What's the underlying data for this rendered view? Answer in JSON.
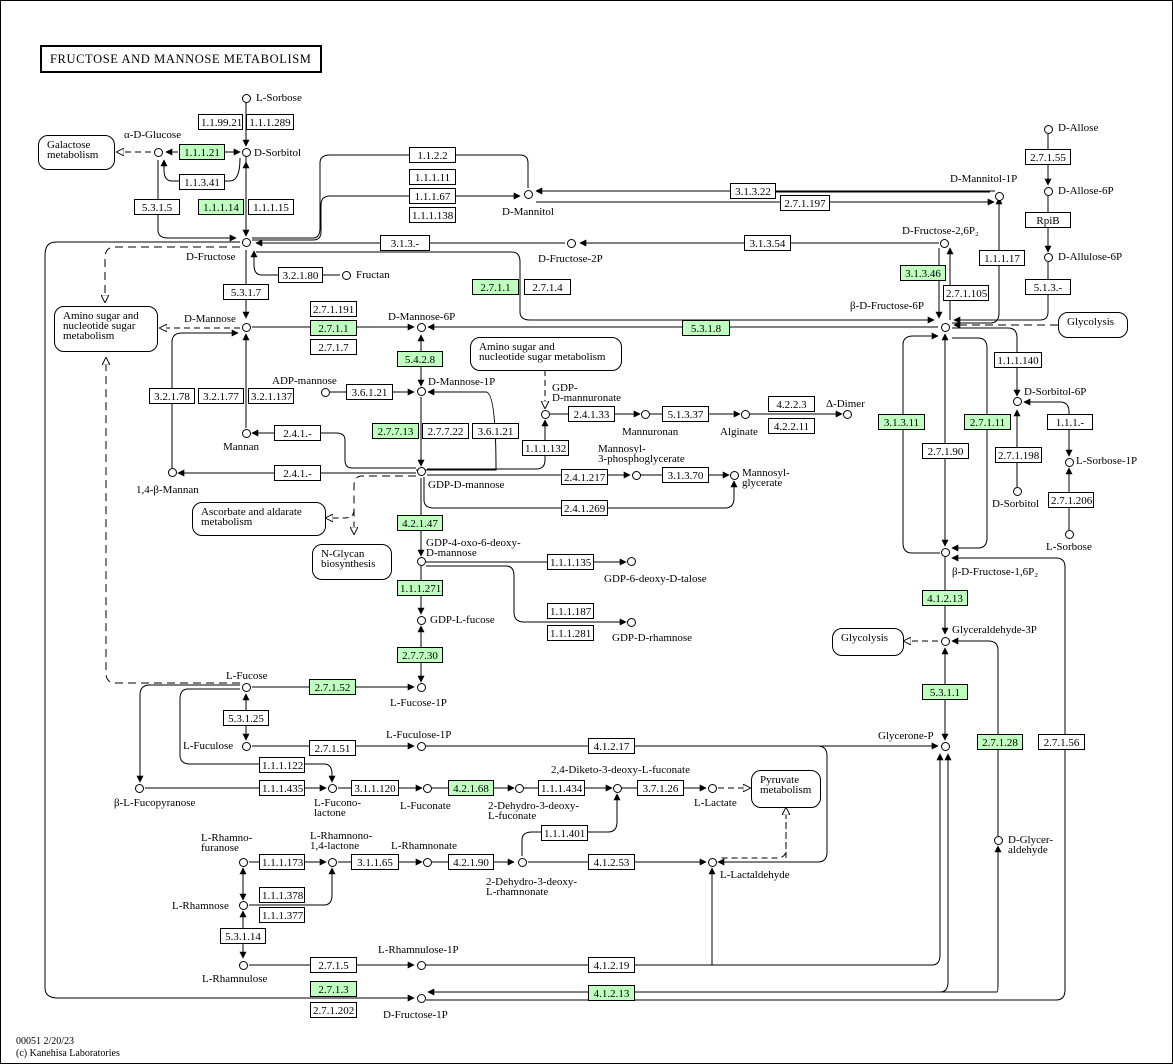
{
  "title": "FRUCTOSE AND MANNOSE METABOLISM",
  "colors": {
    "highlight": "#bfffbf",
    "line": "#000000"
  },
  "footer": {
    "id_date": "00051 2/20/23",
    "copyright": "(c) Kanehisa Laboratories"
  },
  "maps": [
    {
      "id": "m_gal",
      "label": "Galactose\nmetabolism"
    },
    {
      "id": "m_amino1",
      "label": "Amino sugar and\nnucleotide sugar\nmetabolism"
    },
    {
      "id": "m_amino2",
      "label": "Amino sugar and\nnucleotide sugar metabolism"
    },
    {
      "id": "m_glyco1",
      "label": "Glycolysis"
    },
    {
      "id": "m_asc",
      "label": "Ascorbate and aldarate\nmetabolism"
    },
    {
      "id": "m_nglycan",
      "label": "N-Glycan\nbiosynthesis"
    },
    {
      "id": "m_glyco2",
      "label": "Glycolysis"
    },
    {
      "id": "m_pyr",
      "label": "Pyruvate\nmetabolism"
    }
  ],
  "compounds": [
    {
      "id": "c_lsorbose",
      "label": "L-Sorbose"
    },
    {
      "id": "c_aglc",
      "label": "α-D-Glucose"
    },
    {
      "id": "c_sorbitol",
      "label": "D-Sorbitol"
    },
    {
      "id": "c_mannitol",
      "label": "D-Mannitol"
    },
    {
      "id": "c_fru",
      "label": "D-Fructose"
    },
    {
      "id": "c_fructan",
      "label": "Fructan"
    },
    {
      "id": "c_fru2p",
      "label": "D-Fructose-2P"
    },
    {
      "id": "c_mannitol1p",
      "label": "D-Mannitol-1P"
    },
    {
      "id": "c_allose",
      "label": "D-Allose"
    },
    {
      "id": "c_allose6p",
      "label": "D-Allose-6P"
    },
    {
      "id": "c_allulose6p",
      "label": "D-Allulose-6P"
    },
    {
      "id": "c_fru26p",
      "label": "D-Fructose-2,6P₂"
    },
    {
      "id": "c_fru6p",
      "label": "β-D-Fructose-6P"
    },
    {
      "id": "c_man",
      "label": "D-Mannose"
    },
    {
      "id": "c_man6p",
      "label": "D-Mannose-6P"
    },
    {
      "id": "c_adpman",
      "label": "ADP-mannose"
    },
    {
      "id": "c_man1p",
      "label": "D-Mannose-1P"
    },
    {
      "id": "c_mannan",
      "label": "Mannan"
    },
    {
      "id": "c_b14mannan",
      "label": "1,4-β-Mannan"
    },
    {
      "id": "c_gdpman",
      "label": "GDP-D-mannose"
    },
    {
      "id": "c_gdpmannuronate",
      "label": "GDP-\nD-mannuronate"
    },
    {
      "id": "c_mannuronan",
      "label": "Mannuronan"
    },
    {
      "id": "c_alginate",
      "label": "Alginate"
    },
    {
      "id": "c_dimer",
      "label": "Δ-Dimer"
    },
    {
      "id": "c_m3pg",
      "label": "Mannosyl-\n3-phosphoglycerate"
    },
    {
      "id": "c_mglycerate",
      "label": "Mannosyl-\nglycerate"
    },
    {
      "id": "c_sorbitol6p",
      "label": "D-Sorbitol-6P"
    },
    {
      "id": "c_lsorbose1p",
      "label": "L-Sorbose-1P"
    },
    {
      "id": "c_sorbitol2",
      "label": "D-Sorbitol"
    },
    {
      "id": "c_lsorbose2",
      "label": "L-Sorbose"
    },
    {
      "id": "c_fru16p",
      "label": "β-D-Fructose-1,6P₂"
    },
    {
      "id": "c_gdp4oxo",
      "label": "GDP-4-oxo-6-deoxy-\nD-mannose"
    },
    {
      "id": "c_gdptalose",
      "label": "GDP-6-deoxy-D-talose"
    },
    {
      "id": "c_gdprham",
      "label": "GDP-D-rhamnose"
    },
    {
      "id": "c_gdpfuc",
      "label": "GDP-L-fucose"
    },
    {
      "id": "c_g3p",
      "label": "Glyceraldehyde-3P"
    },
    {
      "id": "c_lfucose",
      "label": "L-Fucose"
    },
    {
      "id": "c_lfucose1p",
      "label": "L-Fucose-1P"
    },
    {
      "id": "c_lfuculose",
      "label": "L-Fuculose"
    },
    {
      "id": "c_lfuculose1p",
      "label": "L-Fuculose-1P"
    },
    {
      "id": "c_glyceronep",
      "label": "Glycerone-P"
    },
    {
      "id": "c_bfucopyr",
      "label": "β-L-Fucopyranose"
    },
    {
      "id": "c_fuconolactone",
      "label": "L-Fucono-\nlactone"
    },
    {
      "id": "c_fuconate",
      "label": "L-Fuconate"
    },
    {
      "id": "c_2d3dfuconate",
      "label": "2-Dehydro-3-deoxy-\nL-fuconate"
    },
    {
      "id": "c_24diketo",
      "label": "2,4-Diketo-3-deoxy-L-fuconate"
    },
    {
      "id": "c_llactate",
      "label": "L-Lactate"
    },
    {
      "id": "c_dglyceraldehyde",
      "label": "D-Glycer-\naldehyde"
    },
    {
      "id": "c_rhamnofuranose",
      "label": "L-Rhamno-\nfuranose"
    },
    {
      "id": "c_rhamnonolactone",
      "label": "L-Rhamnono-\n1,4-lactone"
    },
    {
      "id": "c_rhamnonate",
      "label": "L-Rhamnonate"
    },
    {
      "id": "c_2d3drhamnonate",
      "label": "2-Dehydro-3-deoxy-\nL-rhamnonate"
    },
    {
      "id": "c_lactaldehyde",
      "label": "L-Lactaldehyde"
    },
    {
      "id": "c_rhamnose",
      "label": "L-Rhamnose"
    },
    {
      "id": "c_rhamnulose",
      "label": "L-Rhamnulose"
    },
    {
      "id": "c_rhamnulose1p",
      "label": "L-Rhamnulose-1P"
    },
    {
      "id": "c_fru1p",
      "label": "D-Fructose-1P"
    }
  ],
  "enzymes": [
    {
      "id": "e1",
      "label": "1.1.99.21",
      "hit": false
    },
    {
      "id": "e2",
      "label": "1.1.1.289",
      "hit": false
    },
    {
      "id": "e3",
      "label": "1.1.1.21",
      "hit": true
    },
    {
      "id": "e4",
      "label": "1.1.3.41",
      "hit": false
    },
    {
      "id": "e5",
      "label": "5.3.1.5",
      "hit": false
    },
    {
      "id": "e6",
      "label": "1.1.1.14",
      "hit": true
    },
    {
      "id": "e7",
      "label": "1.1.1.15",
      "hit": false
    },
    {
      "id": "e8",
      "label": "1.1.2.2",
      "hit": false
    },
    {
      "id": "e9",
      "label": "1.1.1.11",
      "hit": false
    },
    {
      "id": "e10",
      "label": "1.1.1.67",
      "hit": false
    },
    {
      "id": "e11",
      "label": "1.1.1.138",
      "hit": false
    },
    {
      "id": "e12",
      "label": "3.1.3.22",
      "hit": false
    },
    {
      "id": "e13",
      "label": "2.7.1.197",
      "hit": false
    },
    {
      "id": "e14",
      "label": "3.1.3.-",
      "hit": false
    },
    {
      "id": "e15",
      "label": "3.1.3.54",
      "hit": false
    },
    {
      "id": "e16",
      "label": "3.2.1.80",
      "hit": false
    },
    {
      "id": "e17",
      "label": "2.7.1.1",
      "hit": true
    },
    {
      "id": "e18",
      "label": "2.7.1.4",
      "hit": false
    },
    {
      "id": "e19",
      "label": "5.3.1.7",
      "hit": false
    },
    {
      "id": "e20",
      "label": "2.7.1.191",
      "hit": false
    },
    {
      "id": "e21",
      "label": "2.7.1.1",
      "hit": true
    },
    {
      "id": "e22",
      "label": "2.7.1.7",
      "hit": false
    },
    {
      "id": "e23",
      "label": "5.3.1.8",
      "hit": true
    },
    {
      "id": "e24",
      "label": "2.7.1.55",
      "hit": false
    },
    {
      "id": "e25",
      "label": "RpiB",
      "hit": false
    },
    {
      "id": "e26",
      "label": "5.1.3.-",
      "hit": false
    },
    {
      "id": "e27",
      "label": "1.1.1.17",
      "hit": false
    },
    {
      "id": "e28",
      "label": "3.1.3.46",
      "hit": true
    },
    {
      "id": "e29",
      "label": "2.7.1.105",
      "hit": false
    },
    {
      "id": "e30",
      "label": "5.4.2.8",
      "hit": true
    },
    {
      "id": "e31",
      "label": "3.6.1.21",
      "hit": false
    },
    {
      "id": "e32",
      "label": "3.2.1.78",
      "hit": false
    },
    {
      "id": "e33",
      "label": "3.2.1.77",
      "hit": false
    },
    {
      "id": "e34",
      "label": "3.2.1.137",
      "hit": false
    },
    {
      "id": "e35",
      "label": "2.4.1.-",
      "hit": false
    },
    {
      "id": "e36",
      "label": "2.4.1.-",
      "hit": false
    },
    {
      "id": "e37",
      "label": "2.7.7.13",
      "hit": true
    },
    {
      "id": "e38",
      "label": "2.7.7.22",
      "hit": false
    },
    {
      "id": "e39",
      "label": "3.6.1.21",
      "hit": false
    },
    {
      "id": "e40",
      "label": "1.1.1.132",
      "hit": false
    },
    {
      "id": "e41",
      "label": "2.4.1.33",
      "hit": false
    },
    {
      "id": "e42",
      "label": "5.1.3.37",
      "hit": false
    },
    {
      "id": "e43",
      "label": "4.2.2.3",
      "hit": false
    },
    {
      "id": "e44",
      "label": "4.2.2.11",
      "hit": false
    },
    {
      "id": "e45",
      "label": "2.4.1.217",
      "hit": false
    },
    {
      "id": "e46",
      "label": "3.1.3.70",
      "hit": false
    },
    {
      "id": "e47",
      "label": "2.4.1.269",
      "hit": false
    },
    {
      "id": "e48",
      "label": "1.1.1.140",
      "hit": false
    },
    {
      "id": "e49",
      "label": "3.1.3.11",
      "hit": true
    },
    {
      "id": "e50",
      "label": "2.7.1.11",
      "hit": true
    },
    {
      "id": "e51",
      "label": "2.7.1.90",
      "hit": false
    },
    {
      "id": "e52",
      "label": "2.7.1.198",
      "hit": false
    },
    {
      "id": "e53",
      "label": "1.1.1.-",
      "hit": false
    },
    {
      "id": "e54",
      "label": "2.7.1.206",
      "hit": false
    },
    {
      "id": "e55",
      "label": "4.2.1.47",
      "hit": true
    },
    {
      "id": "e56",
      "label": "1.1.1.135",
      "hit": false
    },
    {
      "id": "e57",
      "label": "1.1.1.271",
      "hit": true
    },
    {
      "id": "e58",
      "label": "1.1.1.187",
      "hit": false
    },
    {
      "id": "e59",
      "label": "1.1.1.281",
      "hit": false
    },
    {
      "id": "e60",
      "label": "4.1.2.13",
      "hit": true
    },
    {
      "id": "e61",
      "label": "2.7.7.30",
      "hit": true
    },
    {
      "id": "e62",
      "label": "5.3.1.1",
      "hit": true
    },
    {
      "id": "e63",
      "label": "2.7.1.52",
      "hit": true
    },
    {
      "id": "e64",
      "label": "5.3.1.25",
      "hit": false
    },
    {
      "id": "e65",
      "label": "2.7.1.51",
      "hit": false
    },
    {
      "id": "e66",
      "label": "4.1.2.17",
      "hit": false
    },
    {
      "id": "e67",
      "label": "2.7.1.28",
      "hit": true
    },
    {
      "id": "e68",
      "label": "2.7.1.56",
      "hit": false
    },
    {
      "id": "e69",
      "label": "1.1.1.122",
      "hit": false
    },
    {
      "id": "e70",
      "label": "1.1.1.435",
      "hit": false
    },
    {
      "id": "e71",
      "label": "3.1.1.120",
      "hit": false
    },
    {
      "id": "e72",
      "label": "4.2.1.68",
      "hit": true
    },
    {
      "id": "e73",
      "label": "1.1.1.434",
      "hit": false
    },
    {
      "id": "e74",
      "label": "3.7.1.26",
      "hit": false
    },
    {
      "id": "e75",
      "label": "1.1.1.401",
      "hit": false
    },
    {
      "id": "e76",
      "label": "1.1.1.173",
      "hit": false
    },
    {
      "id": "e77",
      "label": "3.1.1.65",
      "hit": false
    },
    {
      "id": "e78",
      "label": "4.2.1.90",
      "hit": false
    },
    {
      "id": "e79",
      "label": "4.1.2.53",
      "hit": false
    },
    {
      "id": "e80",
      "label": "1.1.1.378",
      "hit": false
    },
    {
      "id": "e81",
      "label": "1.1.1.377",
      "hit": false
    },
    {
      "id": "e82",
      "label": "5.3.1.14",
      "hit": false
    },
    {
      "id": "e83",
      "label": "2.7.1.5",
      "hit": false
    },
    {
      "id": "e84",
      "label": "4.1.2.19",
      "hit": false
    },
    {
      "id": "e85",
      "label": "2.7.1.3",
      "hit": true
    },
    {
      "id": "e86",
      "label": "2.7.1.202",
      "hit": false
    },
    {
      "id": "e87",
      "label": "4.1.2.13",
      "hit": true
    }
  ]
}
